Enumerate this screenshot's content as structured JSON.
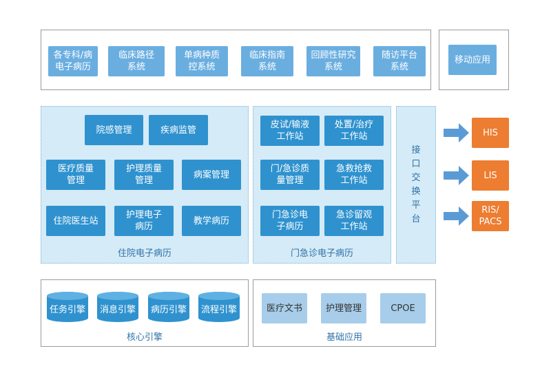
{
  "top_apps": [
    "各专科/病\n电子病历",
    "临床路径\n系统",
    "单病种质\n控系统",
    "临床指南\n系统",
    "回顾性研究\n系统",
    "随访平台\n系统"
  ],
  "mobile_app": "移动应用",
  "inpatient": {
    "caption": "住院电子病历",
    "tiles": [
      "院感管理",
      "疾病监管",
      "医疗质量\n管理",
      "护理质量\n管理",
      "病案管理",
      "住院医生站",
      "护理电子\n病历",
      "教学病历"
    ]
  },
  "emergency": {
    "caption": "门急诊电子病历",
    "tiles": [
      "皮试/输液\n工作站",
      "处置/治疗\n工作站",
      "门/急诊质\n量管理",
      "急救抢救\n工作站",
      "门急诊电\n子病历",
      "急诊留观\n工作站"
    ]
  },
  "interface": {
    "chars": [
      "接",
      "口",
      "交",
      "换",
      "平",
      "台"
    ]
  },
  "external_systems": [
    "HIS",
    "LIS",
    "RIS/\nPACS"
  ],
  "core_engine": {
    "caption": "核心引擎",
    "items": [
      "任务引擎",
      "消息引擎",
      "病历引擎",
      "流程引擎"
    ]
  },
  "basic_apps": {
    "caption": "基础应用",
    "items": [
      "医疗文书",
      "护理管理",
      "CPOE"
    ]
  },
  "colors": {
    "primary_tile": "#2f92cf",
    "light_tile": "#6aaee0",
    "pale_tile": "#a7cdea",
    "panel_fill": "#d5ebf7",
    "external": "#ed7d31",
    "arrow": "#5b9bd5"
  }
}
